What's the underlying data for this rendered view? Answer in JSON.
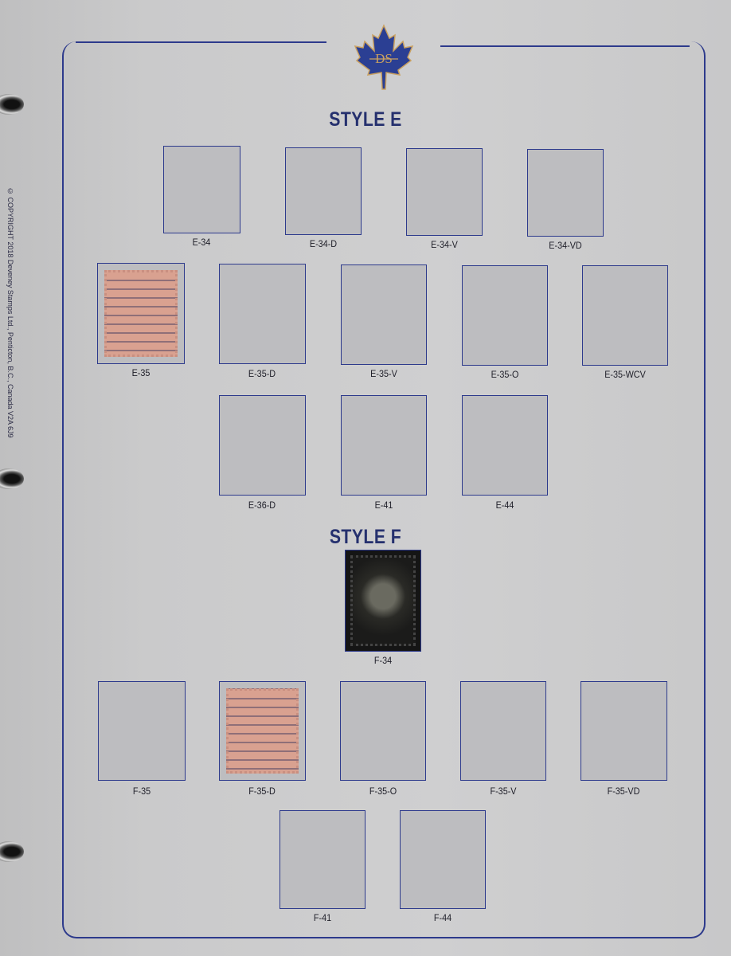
{
  "copyright": "© COPYRIGHT  2018  Deveney Stamps Ltd., Penticton, B.C., Canada V2A 6J9",
  "logo_text": "DS",
  "colors": {
    "navy": "#2d3a8c",
    "gold": "#c9a060"
  },
  "sections": [
    {
      "title": "STYLE E",
      "slots": [
        {
          "label": "E-34"
        },
        {
          "label": "E-34-D"
        },
        {
          "label": "E-34-V"
        },
        {
          "label": "E-34-VD"
        },
        {
          "label": "E-35",
          "stamp": "pink"
        },
        {
          "label": "E-35-D"
        },
        {
          "label": "E-35-V"
        },
        {
          "label": "E-35-O"
        },
        {
          "label": "E-35-WCV"
        },
        {
          "label": "E-36-D"
        },
        {
          "label": "E-41"
        },
        {
          "label": "E-44"
        }
      ]
    },
    {
      "title": "STYLE F",
      "slots": [
        {
          "label": "F-34",
          "stamp": "black"
        },
        {
          "label": "F-35"
        },
        {
          "label": "F-35-D",
          "stamp": "pink"
        },
        {
          "label": "F-35-O"
        },
        {
          "label": "F-35-V"
        },
        {
          "label": "F-35-VD"
        },
        {
          "label": "F-41"
        },
        {
          "label": "F-44"
        }
      ]
    }
  ]
}
